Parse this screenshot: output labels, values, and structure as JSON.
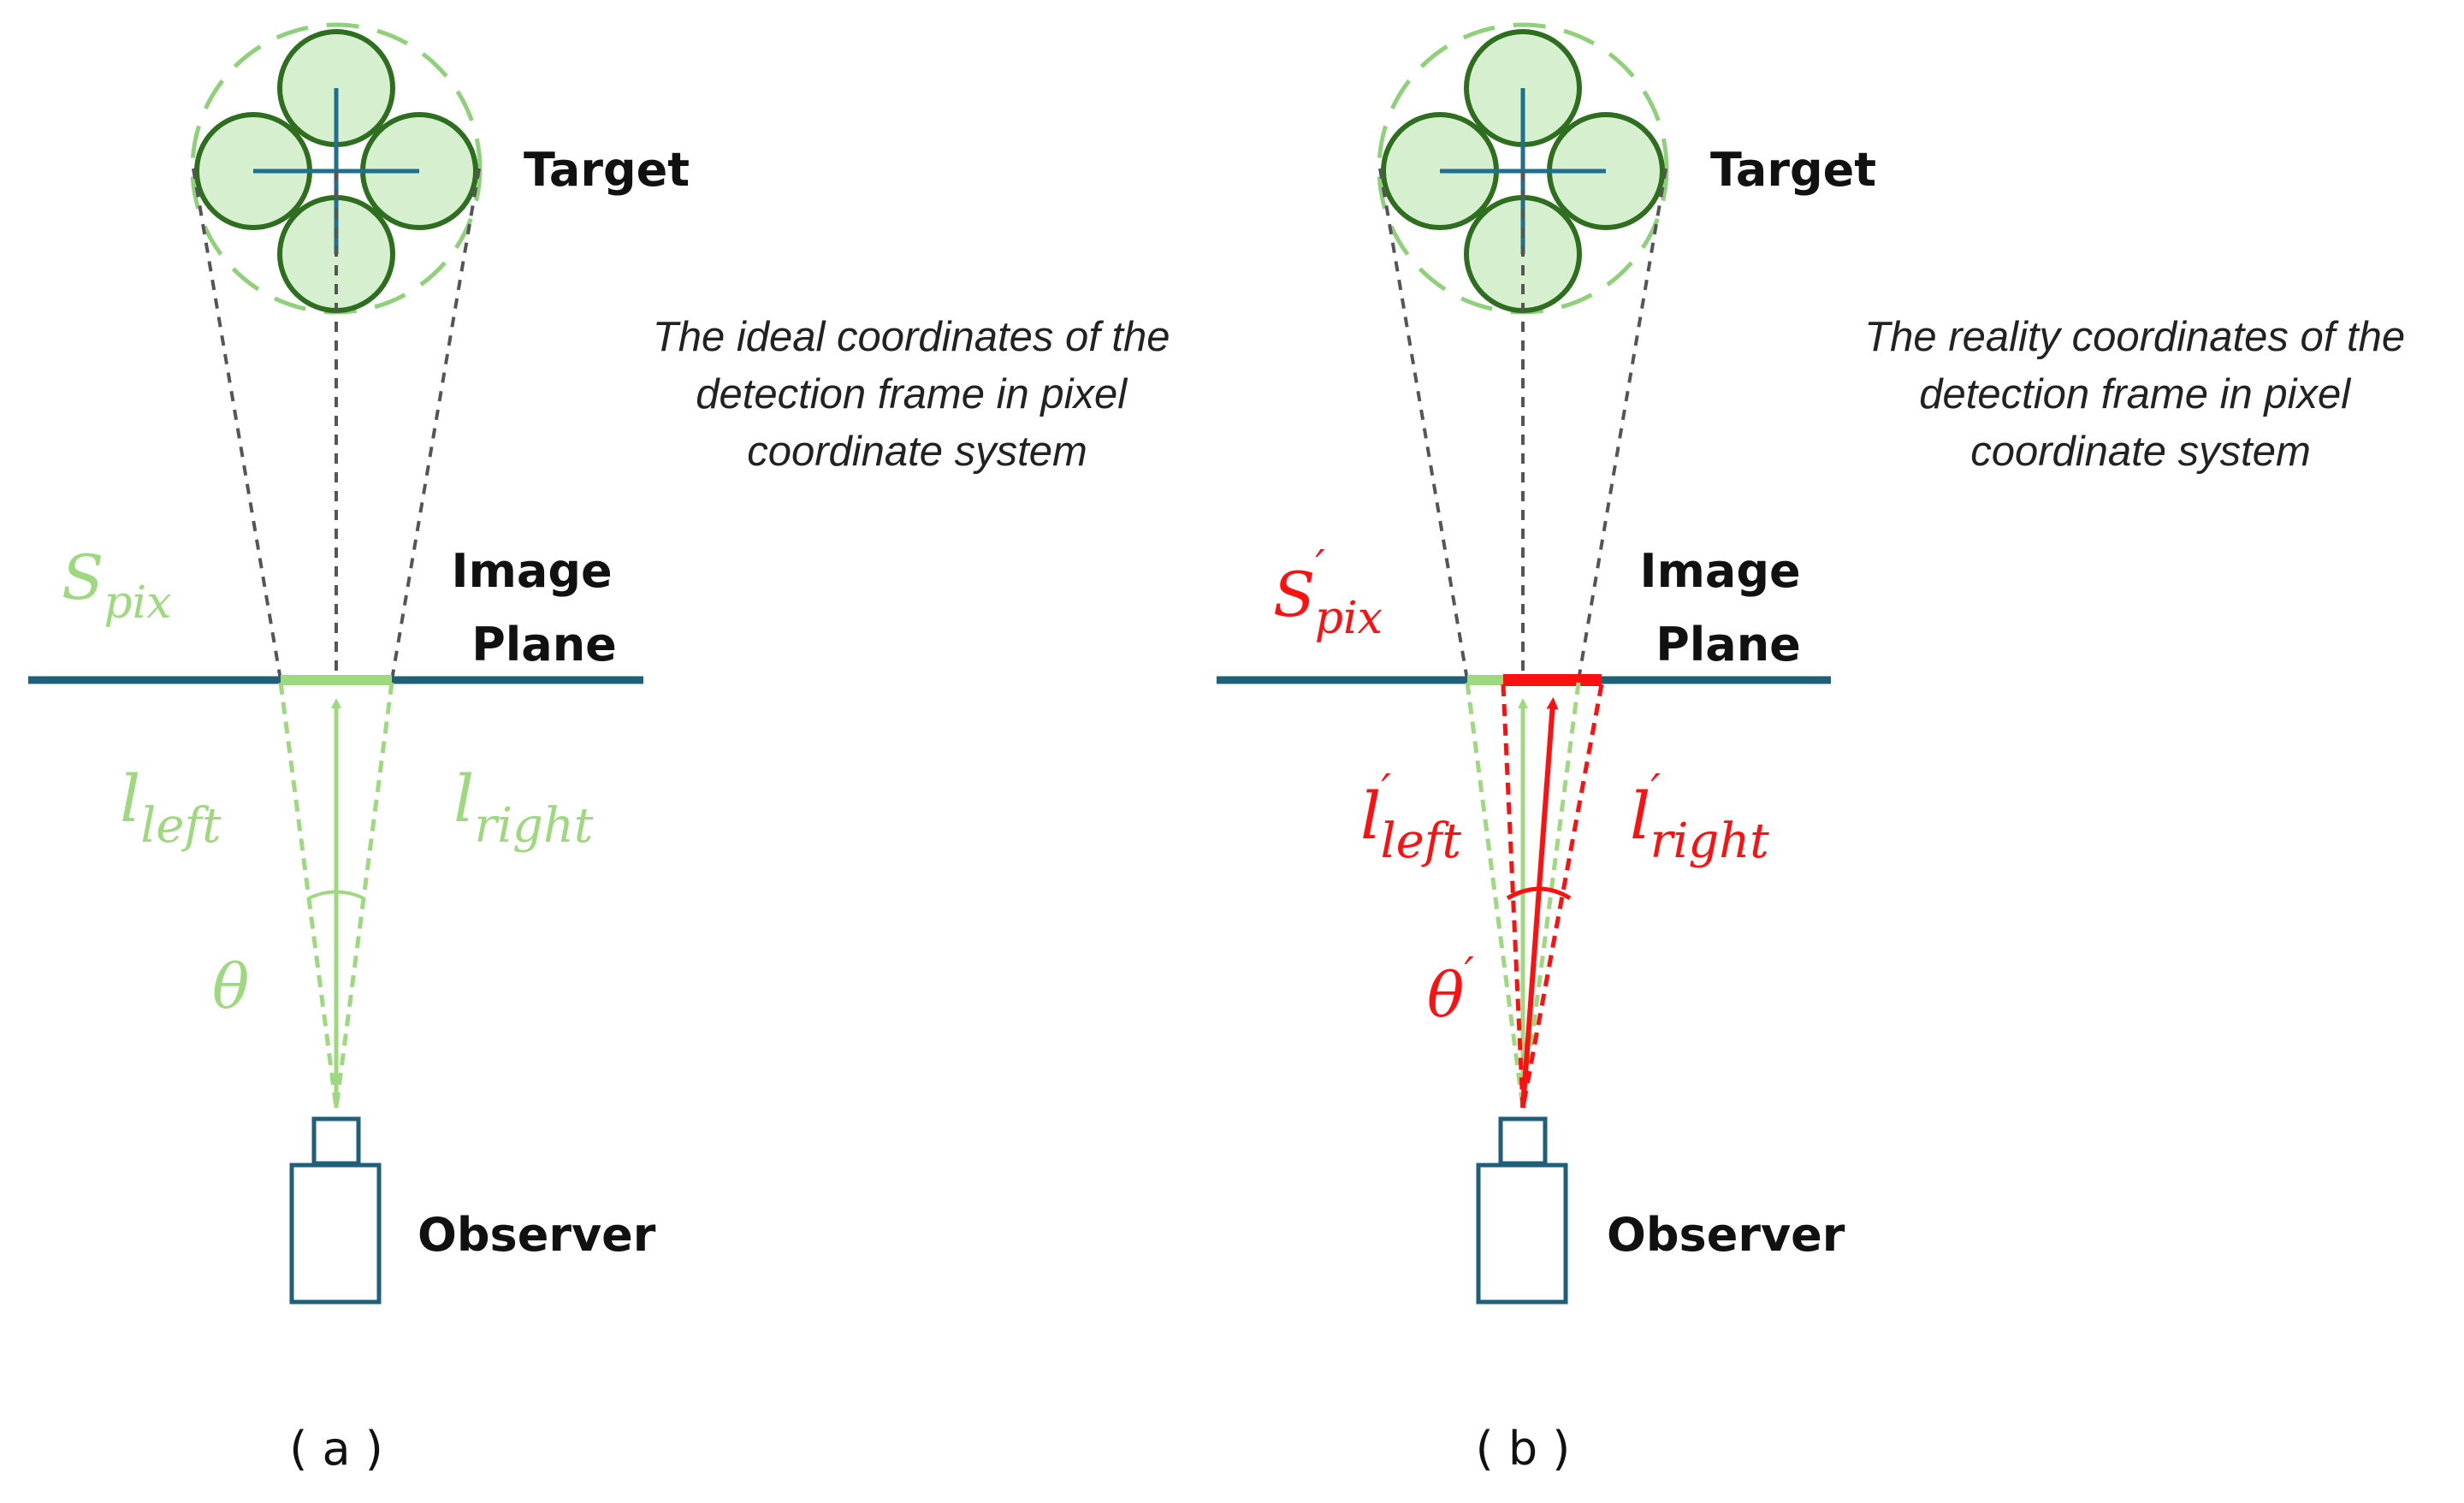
{
  "colors": {
    "plane": "#1f5f7a",
    "target_fill": "#d6efcf",
    "target_stroke": "#2e6e1f",
    "target_dash": "#8fd17a",
    "cross": "#1f6f8f",
    "guide": "#555555",
    "ideal": "#9fd97f",
    "reality": "#ff1010",
    "camera": "#1f5f7a"
  },
  "panels": [
    {
      "id": "a",
      "target_label": "Target",
      "caption_lines": [
        "The ideal coordinates of the",
        "detection frame in pixel",
        "coordinate system"
      ],
      "plane_label_lines": [
        "Image",
        "Plane"
      ],
      "observer_label": "Observer",
      "s_label": {
        "base": "S",
        "sub": "pix",
        "prime": ""
      },
      "l_left": {
        "base": "l",
        "sub": "left",
        "prime": ""
      },
      "l_right": {
        "base": "l",
        "sub": "right",
        "prime": ""
      },
      "theta": {
        "base": "θ",
        "prime": ""
      },
      "panel_label": "( a )"
    },
    {
      "id": "b",
      "target_label": "Target",
      "caption_lines": [
        "The reality coordinates of the",
        "detection frame in pixel",
        "coordinate system"
      ],
      "plane_label_lines": [
        "Image",
        "Plane"
      ],
      "observer_label": "Observer",
      "s_label": {
        "base": "S",
        "sub": "pix",
        "prime": "′"
      },
      "l_left": {
        "base": "l",
        "sub": "left",
        "prime": "′"
      },
      "l_right": {
        "base": "l",
        "sub": "right",
        "prime": "′"
      },
      "theta": {
        "base": "θ",
        "prime": "′"
      },
      "panel_label": "( b )"
    }
  ]
}
